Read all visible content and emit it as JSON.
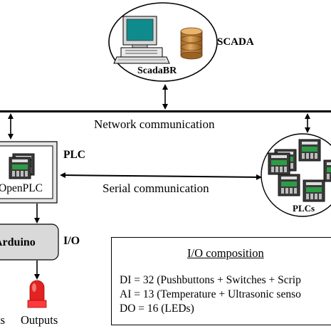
{
  "scada": {
    "label": "SCADA",
    "software_label": "ScadaBR"
  },
  "network": {
    "label": "Network communication"
  },
  "serial": {
    "label": "Serial communication"
  },
  "plc": {
    "label": "PLC",
    "device_label": "OpenPLC"
  },
  "plcs_group": {
    "label": "PLCs"
  },
  "io": {
    "label": "I/O",
    "device_label": "Arduino",
    "inputs_label": "ts",
    "outputs_label": "Outputs"
  },
  "io_composition": {
    "title": "I/O composition",
    "lines": [
      "DI = 32 (Pushbuttons + Switches + Scrip",
      "AI = 13 (Temperature + Ultrasonic senso",
      "DO = 16 (LEDs)"
    ]
  },
  "colors": {
    "monitor_screen": "#0f8b8d",
    "database": "#c9893c",
    "plc_body": "#3a3a3a",
    "plc_screen": "#2e9b45",
    "plc_box_fill": "#e6e6e6",
    "arduino_fill": "#d9d9d9",
    "led": "#e32222"
  }
}
